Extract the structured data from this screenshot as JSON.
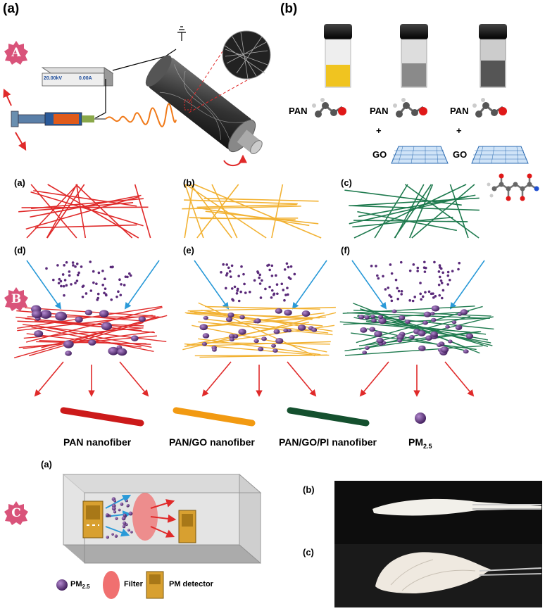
{
  "section_badges": [
    "A",
    "B",
    "C"
  ],
  "panel_top_a": "(a)",
  "panel_top_b": "(b)",
  "electrospinning": {
    "voltage_display": "20.00kV",
    "current_display": "0.00A"
  },
  "solutions": {
    "row1": [
      "PAN",
      "PAN",
      "PAN"
    ],
    "plus": "+",
    "row2": [
      "GO",
      "GO"
    ]
  },
  "fiber_panels": [
    "(a)",
    "(b)",
    "(c)",
    "(d)",
    "(e)",
    "(f)"
  ],
  "legend_B": [
    "PAN nanofiber",
    "PAN/GO nanofiber",
    "PAN/GO/PI nanofiber",
    "PM"
  ],
  "pm_subscript": "2.5",
  "section_C": {
    "panel_a": "(a)",
    "panel_b": "(b)",
    "panel_c": "(c)",
    "legend": {
      "pm": "PM",
      "pm_sub": "2.5",
      "filter": "Filter",
      "detector": "PM detector"
    }
  },
  "colors": {
    "badge": "#d9537a",
    "pan": "#e02a2a",
    "pan_go": "#f2b233",
    "pan_go_pi": "#1e7a4e",
    "pm": "#5a2a7a",
    "arrow_blue": "#2a9ad8",
    "arrow_red": "#e02a2a"
  }
}
